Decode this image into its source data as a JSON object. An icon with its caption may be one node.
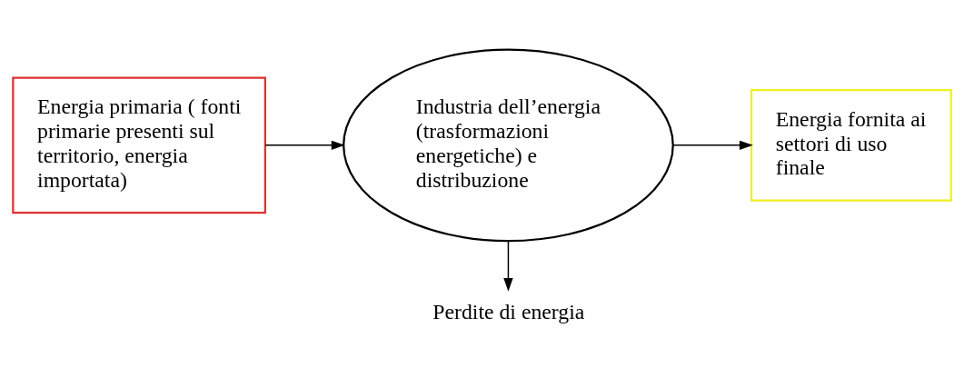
{
  "diagram": {
    "nodes": [
      {
        "text": [
          "Energia primaria ( fonti primarie presenti sul territorio, energia importata)"
        ]
      },
      {
        "text": [
          "Industria dell’energia (trasformazioni energetiche) e distribuzione"
        ]
      },
      {
        "text": [
          "Energia fornita ai settori di uso finale"
        ]
      },
      {
        "text": [
          "Perdite di energia"
        ]
      }
    ],
    "edges": [
      {
        "from": 0,
        "to": 1,
        "arrow": "to"
      },
      {
        "from": 1,
        "to": 2,
        "arrow": "to"
      },
      {
        "from": 1,
        "to": 3,
        "arrow": "to"
      }
    ]
  }
}
